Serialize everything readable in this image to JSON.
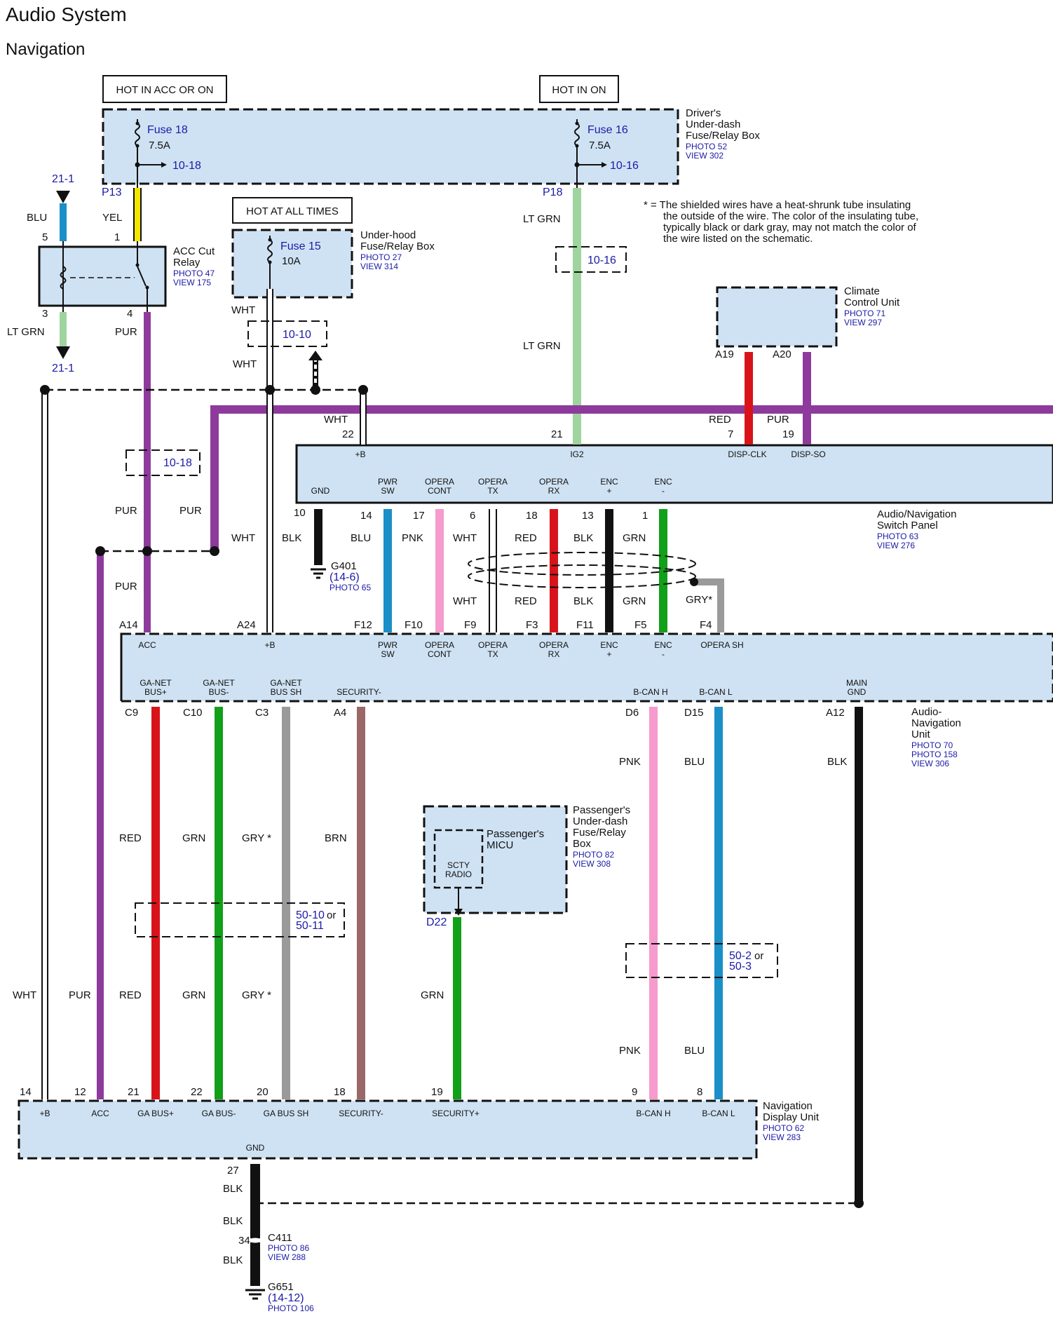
{
  "header": {
    "title": "Audio System",
    "subtitle": "Navigation"
  },
  "hot_labels": {
    "acc_on": "HOT IN ACC OR ON",
    "on": "HOT IN ON",
    "all_times": "HOT AT ALL TIMES"
  },
  "note": {
    "line1": "* = The shielded wires have a heat-shrunk tube insulating",
    "line2": "the outside of the wire. The color of the insulating tube,",
    "line3": "typically black or dark gray, may not match the color of",
    "line4": "the wire listed on the schematic."
  },
  "components": {
    "driver_box": {
      "l1": "Driver's",
      "l2": "Under-dash",
      "l3": "Fuse/Relay Box",
      "photo": "PHOTO 52",
      "view": "VIEW 302"
    },
    "underhood_box": {
      "l1": "Under-hood",
      "l2": "Fuse/Relay Box",
      "photo": "PHOTO 27",
      "view": "VIEW 314"
    },
    "acc_relay": {
      "l1": "ACC Cut",
      "l2": "Relay",
      "photo": "PHOTO 47",
      "view": "VIEW 175"
    },
    "climate": {
      "l1": "Climate",
      "l2": "Control Unit",
      "photo": "PHOTO 71",
      "view": "VIEW 297"
    },
    "switch_panel": {
      "l1": "Audio/Navigation",
      "l2": "Switch Panel",
      "photo": "PHOTO 63",
      "view": "VIEW 276"
    },
    "nav_unit": {
      "l1": "Audio-",
      "l2": "Navigation",
      "l3": "Unit",
      "photo1": "PHOTO 70",
      "photo2": "PHOTO 158",
      "view": "VIEW 306"
    },
    "passenger_box": {
      "l1": "Passenger's",
      "l2": "Under-dash",
      "l3": "Fuse/Relay",
      "l4": "Box",
      "photo": "PHOTO 82",
      "view": "VIEW 308",
      "micu1": "Passenger's",
      "micu2": "MICU",
      "scty1": "SCTY",
      "scty2": "RADIO"
    },
    "display_unit": {
      "l1": "Navigation",
      "l2": "Display Unit",
      "photo": "PHOTO 62",
      "view": "VIEW 283"
    }
  },
  "fuses": {
    "f18": {
      "name": "Fuse 18",
      "rating": "7.5A",
      "ref": "10-18"
    },
    "f16": {
      "name": "Fuse 16",
      "rating": "7.5A",
      "ref": "10-16"
    },
    "f15": {
      "name": "Fuse 15",
      "rating": "10A"
    }
  },
  "grounds": {
    "g401": {
      "name": "G401",
      "ref": "(14-6)",
      "photo": "PHOTO 65"
    },
    "g651": {
      "name": "G651",
      "ref": "(14-12)",
      "photo": "PHOTO 106"
    },
    "c411": {
      "name": "C411",
      "pin": "34",
      "photo": "PHOTO 86",
      "view": "VIEW 288"
    }
  },
  "refs": {
    "r21a": "21-1",
    "r21b": "21-1",
    "r1016": "10-16",
    "r1010": "10-10",
    "r1018b": "10-18",
    "r5010": "50-10",
    "r5011": "50-11",
    "r502": "50-2",
    "r503": "50-3",
    "or": "or"
  },
  "connectors": {
    "p13": "P13",
    "p18": "P18",
    "d22": "D22",
    "relay_5": "5",
    "relay_1": "1",
    "relay_3": "3",
    "relay_4": "4"
  },
  "switch_pins": [
    {
      "num": "22",
      "sig1": "+B",
      "sig2": ""
    },
    {
      "num": "21",
      "sig1": "IG2",
      "sig2": ""
    },
    {
      "num": "7",
      "sig1": "DISP-CLK",
      "sig2": ""
    },
    {
      "num": "19",
      "sig1": "DISP-SO",
      "sig2": ""
    },
    {
      "num": "10",
      "sig1": "GND",
      "sig2": ""
    },
    {
      "num": "14",
      "sig1": "PWR",
      "sig2": "SW"
    },
    {
      "num": "17",
      "sig1": "OPERA",
      "sig2": "CONT"
    },
    {
      "num": "6",
      "sig1": "OPERA",
      "sig2": "TX"
    },
    {
      "num": "18",
      "sig1": "OPERA",
      "sig2": "RX"
    },
    {
      "num": "13",
      "sig1": "ENC",
      "sig2": "+"
    },
    {
      "num": "1",
      "sig1": "ENC",
      "sig2": "-"
    }
  ],
  "climate_pins": {
    "a19": "A19",
    "a20": "A20"
  },
  "nav_top_pins": [
    {
      "num": "A14",
      "sig1": "ACC",
      "sig2": ""
    },
    {
      "num": "A24",
      "sig1": "+B",
      "sig2": ""
    },
    {
      "num": "F12",
      "sig1": "PWR",
      "sig2": "SW"
    },
    {
      "num": "F10",
      "sig1": "OPERA",
      "sig2": "CONT"
    },
    {
      "num": "F9",
      "sig1": "OPERA",
      "sig2": "TX"
    },
    {
      "num": "F3",
      "sig1": "OPERA",
      "sig2": "RX"
    },
    {
      "num": "F11",
      "sig1": "ENC",
      "sig2": "+"
    },
    {
      "num": "F5",
      "sig1": "ENC",
      "sig2": "-"
    },
    {
      "num": "F4",
      "sig1": "OPERA SH",
      "sig2": ""
    }
  ],
  "nav_bottom_pins": [
    {
      "num": "C9",
      "sig1": "GA-NET",
      "sig2": "BUS+"
    },
    {
      "num": "C10",
      "sig1": "GA-NET",
      "sig2": "BUS-"
    },
    {
      "num": "C3",
      "sig1": "GA-NET",
      "sig2": "BUS SH"
    },
    {
      "num": "A4",
      "sig1": "SECURITY-",
      "sig2": ""
    },
    {
      "num": "D6",
      "sig1": "B-CAN H",
      "sig2": ""
    },
    {
      "num": "D15",
      "sig1": "B-CAN L",
      "sig2": ""
    },
    {
      "num": "A12",
      "sig1": "MAIN",
      "sig2": "GND"
    }
  ],
  "display_pins": [
    {
      "num": "14",
      "sig": "+B"
    },
    {
      "num": "12",
      "sig": "ACC"
    },
    {
      "num": "21",
      "sig": "GA BUS+"
    },
    {
      "num": "22",
      "sig": "GA BUS-"
    },
    {
      "num": "20",
      "sig": "GA BUS SH"
    },
    {
      "num": "18",
      "sig": "SECURITY-"
    },
    {
      "num": "19",
      "sig": "SECURITY+"
    },
    {
      "num": "9",
      "sig": "B-CAN H"
    },
    {
      "num": "8",
      "sig": "B-CAN L"
    },
    {
      "num": "27",
      "sig": "GND"
    }
  ],
  "wire_colors": {
    "blu": "BLU",
    "yel": "YEL",
    "ltgrn": "LT GRN",
    "pur": "PUR",
    "wht": "WHT",
    "red": "RED",
    "blk": "BLK",
    "pnk": "PNK",
    "grn": "GRN",
    "gry_star": "GRY *",
    "gry_sh": "GRY*",
    "brn": "BRN"
  },
  "colors": {
    "component_fill": "#cfe2f3",
    "purple": "#8e3a9d",
    "yellow": "#f2e600",
    "blue": "#1b8fc7",
    "light_green": "#9fd49f",
    "red": "#d8141a",
    "green": "#12a01a",
    "pink": "#f59bcd",
    "gray": "#9a9a9a",
    "brown": "#9b6868",
    "black": "#111111"
  }
}
